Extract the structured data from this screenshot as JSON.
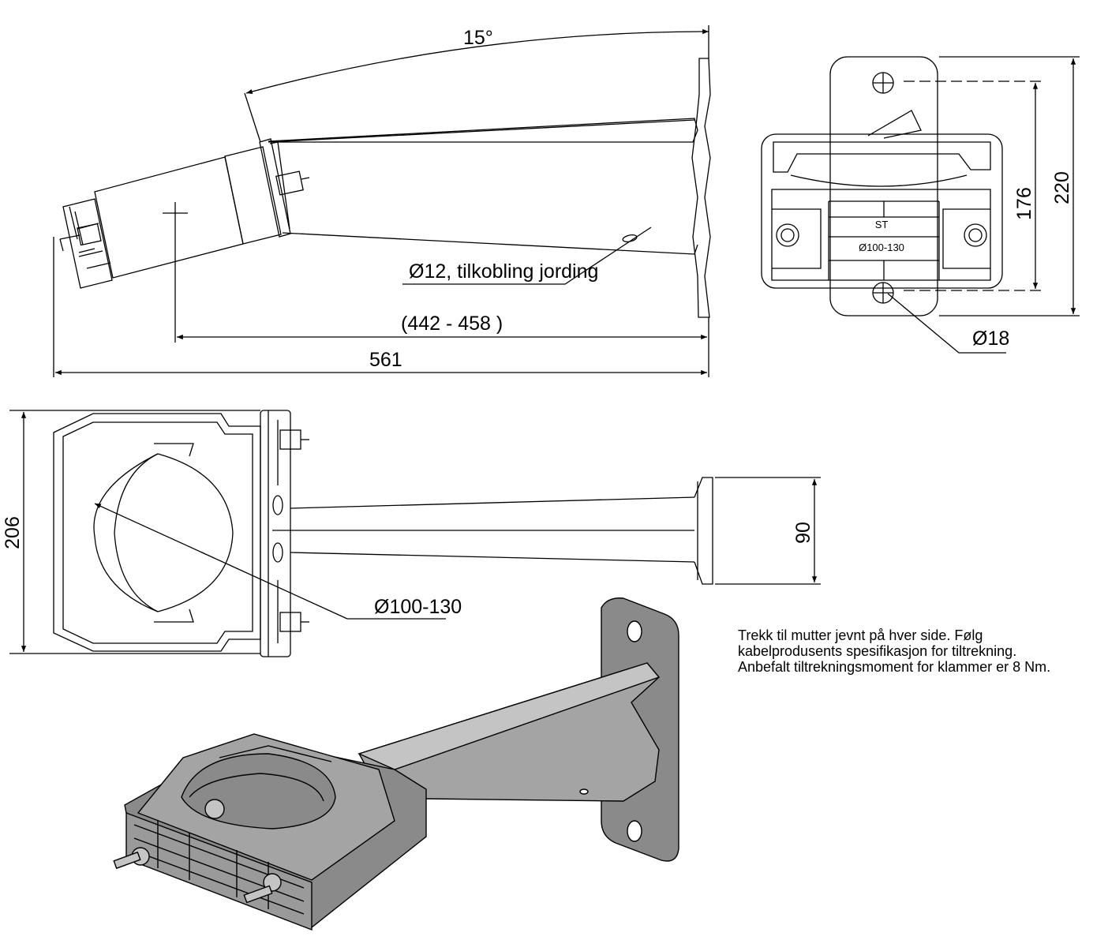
{
  "dimensions": {
    "angle": "15°",
    "ground_hole": "Ø12, tilkobling jording",
    "range": "(442 - 458 )",
    "overall_length": "561",
    "height_176": "176",
    "height_220": "220",
    "hole": "Ø18",
    "plate_height": "206",
    "arm_width": "90",
    "pipe_range": "Ø100-130"
  },
  "clamp_markings": {
    "line1": "ST",
    "line2": "Ø100-130"
  },
  "note": {
    "lines": [
      "Trekk til mutter jevnt på hver side. Følg",
      "kabelprodusents spesifikasjon for tiltrekning.",
      "Anbefalt tiltrekningsmoment for klammer er 8 Nm."
    ]
  },
  "colors": {
    "line": "#000000",
    "metal_dark": "#8a8a8a",
    "metal_mid": "#a4a4a4",
    "metal_light": "#c4c4c4"
  }
}
